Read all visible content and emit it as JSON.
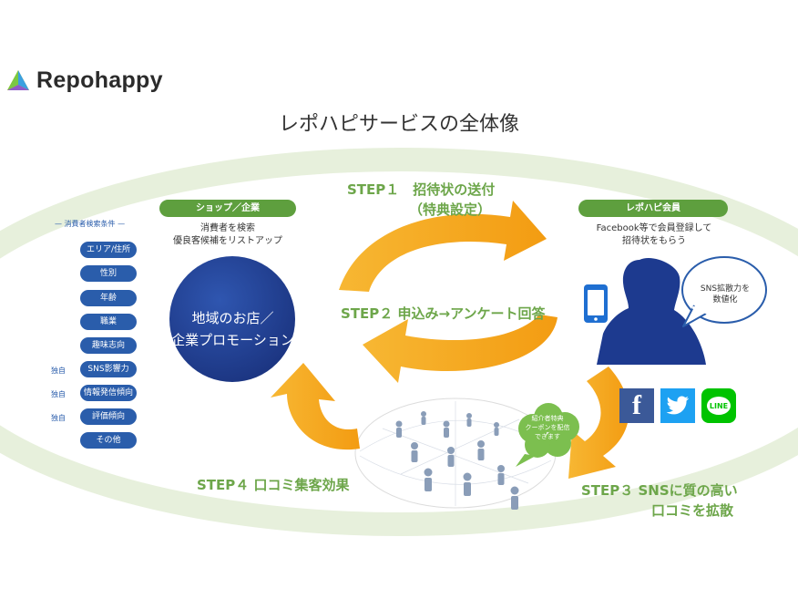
{
  "brand": {
    "name": "Repohappy"
  },
  "title": "レポハピサービスの全体像",
  "steps": {
    "step1": {
      "line1": "STEP１　招待状の送付",
      "line2": "（特典設定）"
    },
    "step2": "STEP２ 申込み→アンケート回答",
    "step3": {
      "line1": "STEP３ SNSに質の高い",
      "line2": "口コミを拡散"
    },
    "step4": "STEP４ 口コミ集客効果"
  },
  "shop": {
    "header": "ショップ／企業",
    "note_line1": "消費者を検索",
    "note_line2": "優良客候補をリストアップ",
    "center_line1": "地域のお店／",
    "center_line2": "企業プロモーション"
  },
  "member": {
    "header": "レポハピ会員",
    "note_line1": "Facebook等で会員登録して",
    "note_line2": "招待状をもらう",
    "bubble_line1": "SNS拡散力を",
    "bubble_line2": "数値化"
  },
  "conditions": {
    "title": "消費者検索条件",
    "items": [
      "エリア/住所",
      "性別",
      "年齢",
      "職業",
      "趣味志向",
      "SNS影響力",
      "情報発信傾向",
      "評価傾向",
      "その他"
    ],
    "tag": "独自"
  },
  "coupon": {
    "line1": "紹介者特典",
    "line2": "クーポンを配信",
    "line3": "できます"
  },
  "social_icons": [
    "facebook-icon",
    "twitter-icon",
    "line-icon"
  ],
  "social_glyphs": {
    "facebook": "f",
    "line": "LINE"
  },
  "colors": {
    "green": "#6da64a",
    "dark_green": "#5e9f3e",
    "orange": "#f5a623",
    "blue": "#2a5dab",
    "navy": "#203a86"
  }
}
